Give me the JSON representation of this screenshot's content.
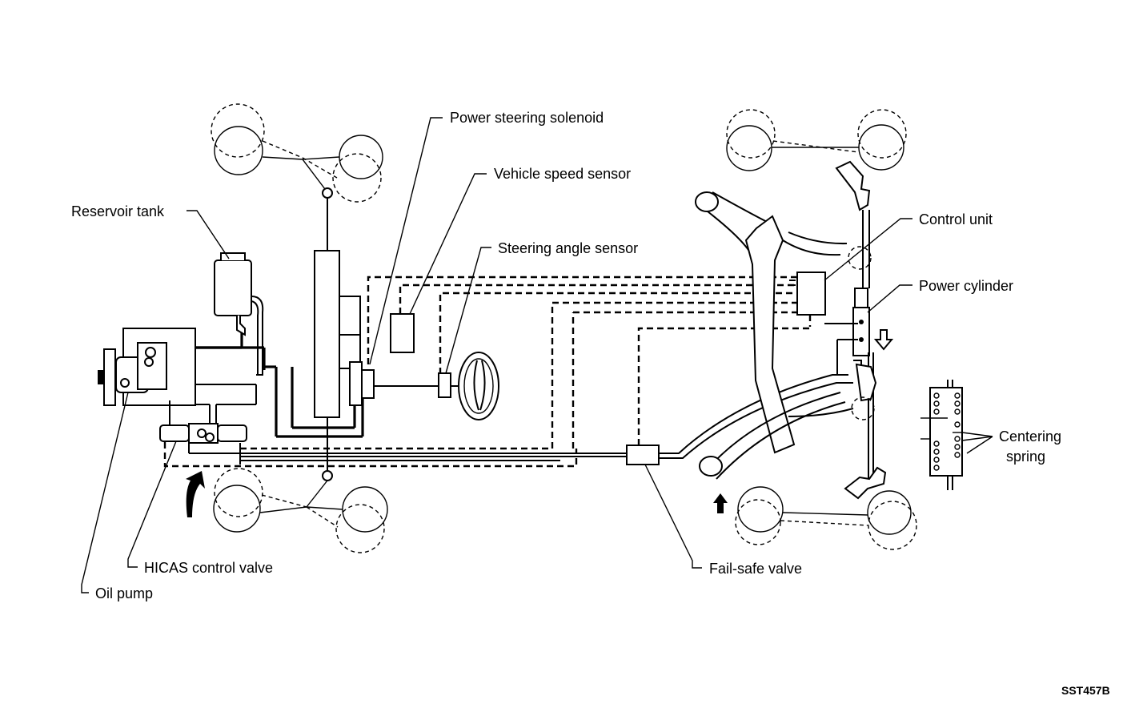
{
  "labels": {
    "power_steering_solenoid": "Power steering solenoid",
    "vehicle_speed_sensor": "Vehicle speed sensor",
    "steering_angle_sensor": "Steering angle sensor",
    "reservoir_tank": "Reservoir tank",
    "control_unit": "Control unit",
    "power_cylinder": "Power cylinder",
    "centering_spring_line1": "Centering",
    "centering_spring_line2": "spring",
    "hicas_control_valve": "HICAS control valve",
    "oil_pump": "Oil pump",
    "fail_safe_valve": "Fail-safe valve"
  },
  "figure_code": "SST457B"
}
